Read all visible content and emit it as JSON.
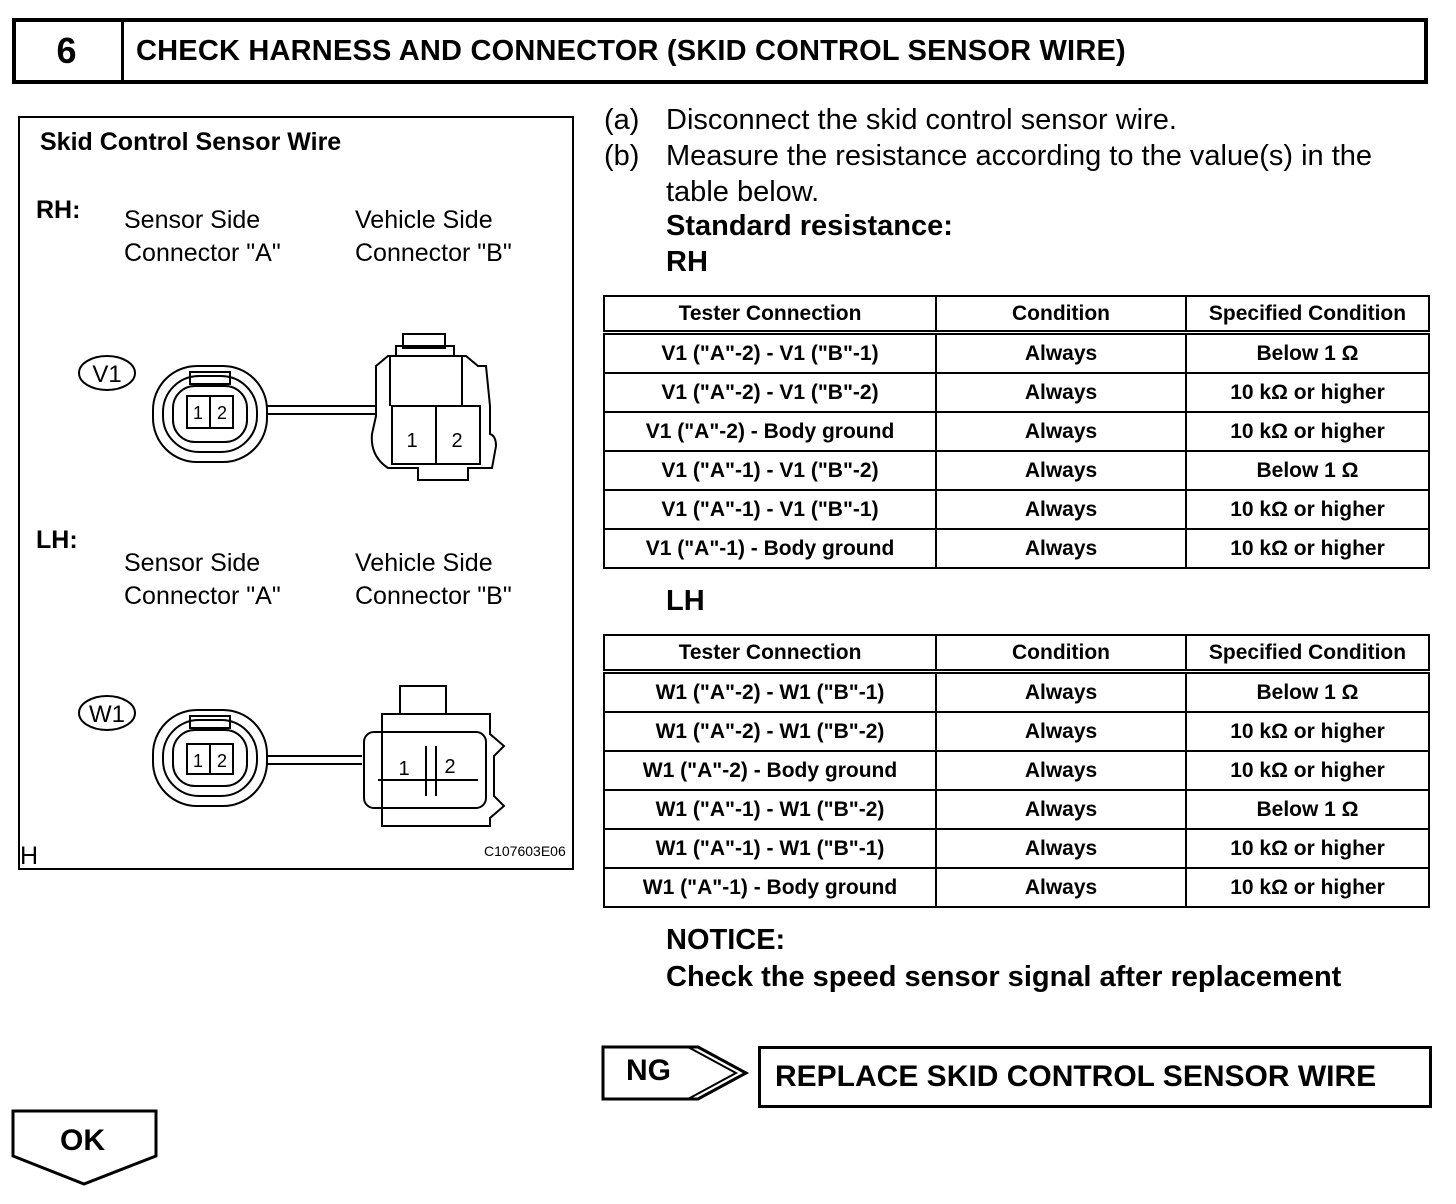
{
  "step": {
    "number": "6",
    "title": "CHECK HARNESS AND CONNECTOR (SKID CONTROL SENSOR WIRE)"
  },
  "figure": {
    "title": "Skid Control Sensor Wire",
    "rh_label": "RH:",
    "lh_label": "LH:",
    "sensor_side": "Sensor Side\nConnector \"A\"",
    "vehicle_side": "Vehicle Side\nConnector \"B\"",
    "rh_connector_id": "V1",
    "lh_connector_id": "W1",
    "pin1": "1",
    "pin2": "2",
    "corner_letter": "H",
    "figure_code": "C107603E06"
  },
  "instructions": {
    "a_marker": "(a)",
    "a_text": "Disconnect the skid control sensor wire.",
    "b_marker": "(b)",
    "b_text_line1": "Measure the resistance according to the value(s) in the",
    "b_text_line2": "table below.",
    "standard_resistance": "Standard resistance:",
    "rh_heading": "RH",
    "lh_heading": "LH"
  },
  "table_headers": {
    "tester_connection": "Tester Connection",
    "condition": "Condition",
    "specified_condition": "Specified Condition"
  },
  "rh_rows": [
    {
      "tester": "V1 (\"A\"-2) - V1 (\"B\"-1)",
      "condition": "Always",
      "spec": "Below 1 Ω"
    },
    {
      "tester": "V1 (\"A\"-2) - V1 (\"B\"-2)",
      "condition": "Always",
      "spec": "10 kΩ or higher"
    },
    {
      "tester": "V1 (\"A\"-2) - Body ground",
      "condition": "Always",
      "spec": "10 kΩ or higher"
    },
    {
      "tester": "V1 (\"A\"-1) - V1 (\"B\"-2)",
      "condition": "Always",
      "spec": "Below 1 Ω"
    },
    {
      "tester": "V1 (\"A\"-1) - V1 (\"B\"-1)",
      "condition": "Always",
      "spec": "10 kΩ or higher"
    },
    {
      "tester": "V1 (\"A\"-1) - Body ground",
      "condition": "Always",
      "spec": "10 kΩ or higher"
    }
  ],
  "lh_rows": [
    {
      "tester": "W1 (\"A\"-2) - W1 (\"B\"-1)",
      "condition": "Always",
      "spec": "Below 1 Ω"
    },
    {
      "tester": "W1 (\"A\"-2) - W1 (\"B\"-2)",
      "condition": "Always",
      "spec": "10 kΩ or higher"
    },
    {
      "tester": "W1 (\"A\"-2) - Body ground",
      "condition": "Always",
      "spec": "10 kΩ or higher"
    },
    {
      "tester": "W1 (\"A\"-1) - W1 (\"B\"-2)",
      "condition": "Always",
      "spec": "Below 1 Ω"
    },
    {
      "tester": "W1 (\"A\"-1) - W1 (\"B\"-1)",
      "condition": "Always",
      "spec": "10 kΩ or higher"
    },
    {
      "tester": "W1 (\"A\"-1) - Body ground",
      "condition": "Always",
      "spec": "10 kΩ or higher"
    }
  ],
  "notice": {
    "label": "NOTICE:",
    "text": "Check the speed sensor signal after replacement"
  },
  "flow": {
    "ng_label": "NG",
    "replace_text": "REPLACE SKID CONTROL SENSOR WIRE",
    "ok_label": "OK"
  }
}
